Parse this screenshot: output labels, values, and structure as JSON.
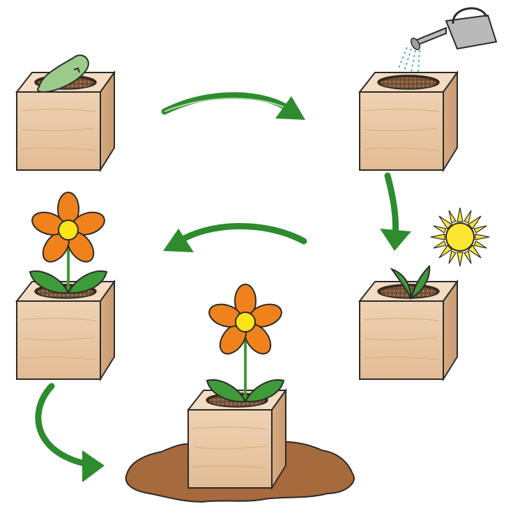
{
  "diagram": {
    "background": "#ffffff",
    "steps": [
      {
        "id": "plant-seed",
        "icons": [
          "seed-packet-icon",
          "wooden-cube-pot-icon"
        ]
      },
      {
        "id": "water",
        "icons": [
          "watering-can-icon",
          "wooden-cube-pot-icon"
        ]
      },
      {
        "id": "sunlight",
        "icons": [
          "sun-icon",
          "sprout-icon",
          "wooden-cube-pot-icon"
        ]
      },
      {
        "id": "bloom",
        "icons": [
          "flower-icon",
          "wooden-cube-pot-icon"
        ]
      },
      {
        "id": "transplant",
        "icons": [
          "flower-icon",
          "wooden-cube-pot-icon",
          "soil-mound-icon"
        ]
      }
    ],
    "arrows": [
      "right-arrow",
      "down-arrow",
      "left-arrow",
      "curved-down-right-arrow"
    ],
    "colors": {
      "arrow": "#2e8b2e",
      "wood_front": "#e9c9a6",
      "wood_top": "#f2d8bb",
      "wood_side": "#d9b088",
      "soil": "#6b4a2e",
      "ground": "#a66a3c",
      "petal": "#f0821e",
      "flower_center": "#ffe41a",
      "leaf": "#3f9a3a",
      "seed": "#9ccc8a",
      "sun": "#ffe632",
      "watering_can": "#b9b9b9",
      "water_drops": "#5aa6d8"
    }
  }
}
